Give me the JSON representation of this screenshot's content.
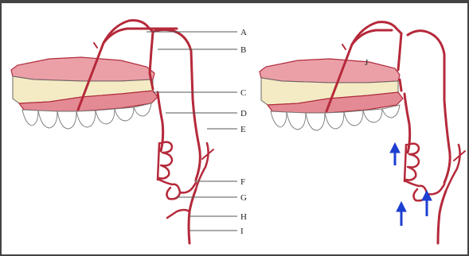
{
  "diagram": {
    "left_panel": {
      "labels": [
        "A",
        "B",
        "C",
        "D",
        "E",
        "F",
        "G",
        "H",
        "I"
      ]
    },
    "right_panel": {
      "labels": [
        "J"
      ],
      "arrow_count": 3
    },
    "colors": {
      "vessel": "#b5293a",
      "gum": "#e48a94",
      "palate_top": "#eba0a8",
      "bone": "#f4ebc4",
      "arrows": "#1d3fd1",
      "frame": "#444444"
    }
  }
}
